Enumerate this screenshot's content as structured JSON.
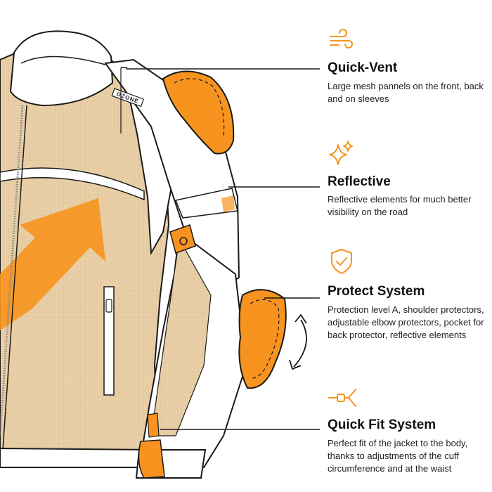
{
  "colors": {
    "accent": "#F7931E",
    "mesh": "#E9CFA7",
    "outline": "#1A1A1A",
    "panel": "#FFFFFF"
  },
  "illustration": {
    "brand_tag": "OZONE"
  },
  "features": [
    {
      "icon": "wind-icon",
      "title": "Quick-Vent",
      "description": "Large mesh pannels on the front, back and on sleeves"
    },
    {
      "icon": "sparkle-icon",
      "title": "Reflective",
      "description": "Reflective elements for much better visibility on the road"
    },
    {
      "icon": "shield-check-icon",
      "title": "Protect System",
      "description": "Protection level A, shoulder protectors, adjustable elbow protectors, pocket for back protector, reflective elements"
    },
    {
      "icon": "cuff-adjuster-icon",
      "title": "Quick Fit System",
      "description": "Perfect fit of the jacket to the body, thanks to adjustments of the cuff circumference and at the waist"
    }
  ]
}
